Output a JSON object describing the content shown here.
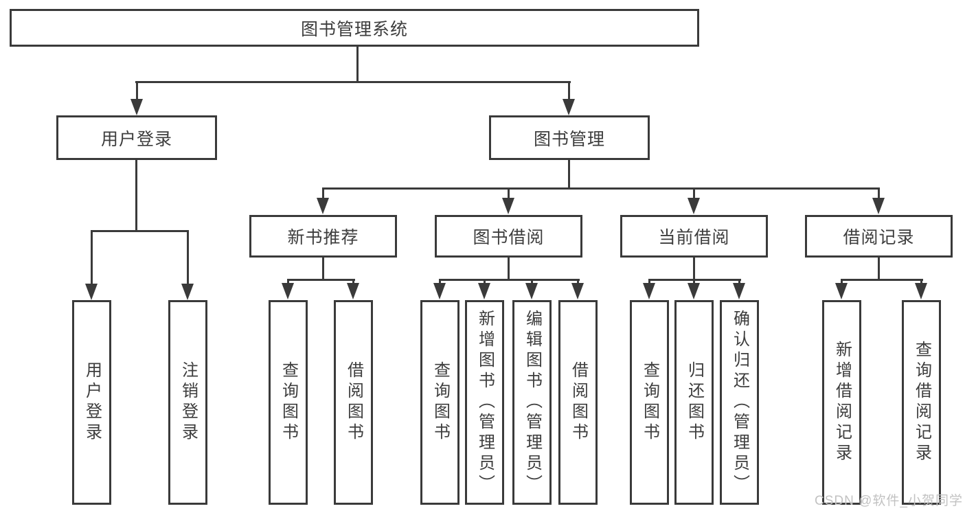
{
  "diagram": {
    "root": {
      "label": "图书管理系统"
    },
    "branches": {
      "user_login": {
        "label": "用户登录",
        "children": [
          "用户登录",
          "注销登录"
        ]
      },
      "book_mgmt": {
        "label": "图书管理"
      }
    },
    "modules": {
      "new_books": {
        "label": "新书推荐",
        "children": [
          "查询图书",
          "借阅图书"
        ]
      },
      "book_borrow": {
        "label": "图书借阅",
        "children": [
          "查询图书",
          "新增图书（管理员）",
          "编辑图书（管理员）",
          "借阅图书"
        ]
      },
      "current_borrow": {
        "label": "当前借阅",
        "children": [
          "查询图书",
          "归还图书",
          "确认归还（管理员）"
        ]
      },
      "borrow_records": {
        "label": "借阅记录",
        "children": [
          "新增借阅记录",
          "查询借阅记录"
        ]
      }
    }
  },
  "watermark": {
    "text": "CSDN @软件_小贺同学"
  },
  "colors": {
    "line": "#3a3a3a",
    "text": "#3d3d3d",
    "watermark": "#c2c2c2",
    "background": "#ffffff"
  }
}
